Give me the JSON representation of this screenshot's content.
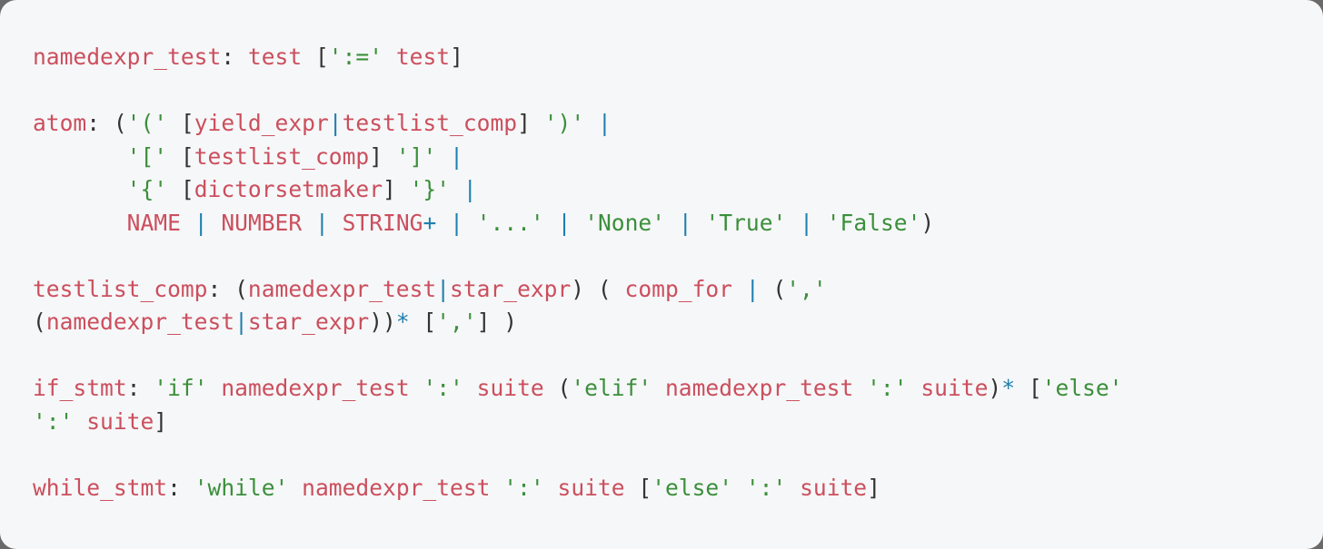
{
  "theme": {
    "background": "#f6f7f8",
    "nonterminal_color": "#cb4f5e",
    "string_color": "#3b8f3b",
    "operator_color": "#1f7fae",
    "punctuation_color": "#333333"
  },
  "lines": [
    {
      "tokens": [
        {
          "t": "namedexpr_test",
          "k": "nt"
        },
        {
          "t": ": ",
          "k": "pn"
        },
        {
          "t": "test",
          "k": "nt"
        },
        {
          "t": " [",
          "k": "pn"
        },
        {
          "t": "':='",
          "k": "str"
        },
        {
          "t": " ",
          "k": "pn"
        },
        {
          "t": "test",
          "k": "nt"
        },
        {
          "t": "]",
          "k": "pn"
        }
      ]
    },
    {
      "tokens": []
    },
    {
      "tokens": [
        {
          "t": "atom",
          "k": "nt"
        },
        {
          "t": ": (",
          "k": "pn"
        },
        {
          "t": "'('",
          "k": "str"
        },
        {
          "t": " [",
          "k": "pn"
        },
        {
          "t": "yield_expr",
          "k": "nt"
        },
        {
          "t": "|",
          "k": "op"
        },
        {
          "t": "testlist_comp",
          "k": "nt"
        },
        {
          "t": "] ",
          "k": "pn"
        },
        {
          "t": "')'",
          "k": "str"
        },
        {
          "t": " ",
          "k": "pn"
        },
        {
          "t": "|",
          "k": "op"
        }
      ]
    },
    {
      "tokens": [
        {
          "t": "       ",
          "k": "pn"
        },
        {
          "t": "'['",
          "k": "str"
        },
        {
          "t": " [",
          "k": "pn"
        },
        {
          "t": "testlist_comp",
          "k": "nt"
        },
        {
          "t": "] ",
          "k": "pn"
        },
        {
          "t": "']'",
          "k": "str"
        },
        {
          "t": " ",
          "k": "pn"
        },
        {
          "t": "|",
          "k": "op"
        }
      ]
    },
    {
      "tokens": [
        {
          "t": "       ",
          "k": "pn"
        },
        {
          "t": "'{'",
          "k": "str"
        },
        {
          "t": " [",
          "k": "pn"
        },
        {
          "t": "dictorsetmaker",
          "k": "nt"
        },
        {
          "t": "] ",
          "k": "pn"
        },
        {
          "t": "'}'",
          "k": "str"
        },
        {
          "t": " ",
          "k": "pn"
        },
        {
          "t": "|",
          "k": "op"
        }
      ]
    },
    {
      "tokens": [
        {
          "t": "       ",
          "k": "pn"
        },
        {
          "t": "NAME",
          "k": "nt"
        },
        {
          "t": " ",
          "k": "pn"
        },
        {
          "t": "|",
          "k": "op"
        },
        {
          "t": " ",
          "k": "pn"
        },
        {
          "t": "NUMBER",
          "k": "nt"
        },
        {
          "t": " ",
          "k": "pn"
        },
        {
          "t": "|",
          "k": "op"
        },
        {
          "t": " ",
          "k": "pn"
        },
        {
          "t": "STRING",
          "k": "nt"
        },
        {
          "t": "+",
          "k": "op"
        },
        {
          "t": " ",
          "k": "pn"
        },
        {
          "t": "|",
          "k": "op"
        },
        {
          "t": " ",
          "k": "pn"
        },
        {
          "t": "'...'",
          "k": "str"
        },
        {
          "t": " ",
          "k": "pn"
        },
        {
          "t": "|",
          "k": "op"
        },
        {
          "t": " ",
          "k": "pn"
        },
        {
          "t": "'None'",
          "k": "str"
        },
        {
          "t": " ",
          "k": "pn"
        },
        {
          "t": "|",
          "k": "op"
        },
        {
          "t": " ",
          "k": "pn"
        },
        {
          "t": "'True'",
          "k": "str"
        },
        {
          "t": " ",
          "k": "pn"
        },
        {
          "t": "|",
          "k": "op"
        },
        {
          "t": " ",
          "k": "pn"
        },
        {
          "t": "'False'",
          "k": "str"
        },
        {
          "t": ")",
          "k": "pn"
        }
      ]
    },
    {
      "tokens": []
    },
    {
      "tokens": [
        {
          "t": "testlist_comp",
          "k": "nt"
        },
        {
          "t": ": (",
          "k": "pn"
        },
        {
          "t": "namedexpr_test",
          "k": "nt"
        },
        {
          "t": "|",
          "k": "op"
        },
        {
          "t": "star_expr",
          "k": "nt"
        },
        {
          "t": ") ( ",
          "k": "pn"
        },
        {
          "t": "comp_for",
          "k": "nt"
        },
        {
          "t": " ",
          "k": "pn"
        },
        {
          "t": "|",
          "k": "op"
        },
        {
          "t": " (",
          "k": "pn"
        },
        {
          "t": "','",
          "k": "str"
        }
      ]
    },
    {
      "tokens": [
        {
          "t": "(",
          "k": "pn"
        },
        {
          "t": "namedexpr_test",
          "k": "nt"
        },
        {
          "t": "|",
          "k": "op"
        },
        {
          "t": "star_expr",
          "k": "nt"
        },
        {
          "t": "))",
          "k": "pn"
        },
        {
          "t": "*",
          "k": "op"
        },
        {
          "t": " [",
          "k": "pn"
        },
        {
          "t": "','",
          "k": "str"
        },
        {
          "t": "] )",
          "k": "pn"
        }
      ]
    },
    {
      "tokens": []
    },
    {
      "tokens": [
        {
          "t": "if_stmt",
          "k": "nt"
        },
        {
          "t": ": ",
          "k": "pn"
        },
        {
          "t": "'if'",
          "k": "str"
        },
        {
          "t": " ",
          "k": "pn"
        },
        {
          "t": "namedexpr_test",
          "k": "nt"
        },
        {
          "t": " ",
          "k": "pn"
        },
        {
          "t": "':'",
          "k": "str"
        },
        {
          "t": " ",
          "k": "pn"
        },
        {
          "t": "suite",
          "k": "nt"
        },
        {
          "t": " (",
          "k": "pn"
        },
        {
          "t": "'elif'",
          "k": "str"
        },
        {
          "t": " ",
          "k": "pn"
        },
        {
          "t": "namedexpr_test",
          "k": "nt"
        },
        {
          "t": " ",
          "k": "pn"
        },
        {
          "t": "':'",
          "k": "str"
        },
        {
          "t": " ",
          "k": "pn"
        },
        {
          "t": "suite",
          "k": "nt"
        },
        {
          "t": ")",
          "k": "pn"
        },
        {
          "t": "*",
          "k": "op"
        },
        {
          "t": " [",
          "k": "pn"
        },
        {
          "t": "'else'",
          "k": "str"
        }
      ]
    },
    {
      "tokens": [
        {
          "t": "':'",
          "k": "str"
        },
        {
          "t": " ",
          "k": "pn"
        },
        {
          "t": "suite",
          "k": "nt"
        },
        {
          "t": "]",
          "k": "pn"
        }
      ]
    },
    {
      "tokens": []
    },
    {
      "tokens": [
        {
          "t": "while_stmt",
          "k": "nt"
        },
        {
          "t": ": ",
          "k": "pn"
        },
        {
          "t": "'while'",
          "k": "str"
        },
        {
          "t": " ",
          "k": "pn"
        },
        {
          "t": "namedexpr_test",
          "k": "nt"
        },
        {
          "t": " ",
          "k": "pn"
        },
        {
          "t": "':'",
          "k": "str"
        },
        {
          "t": " ",
          "k": "pn"
        },
        {
          "t": "suite",
          "k": "nt"
        },
        {
          "t": " [",
          "k": "pn"
        },
        {
          "t": "'else'",
          "k": "str"
        },
        {
          "t": " ",
          "k": "pn"
        },
        {
          "t": "':'",
          "k": "str"
        },
        {
          "t": " ",
          "k": "pn"
        },
        {
          "t": "suite",
          "k": "nt"
        },
        {
          "t": "]",
          "k": "pn"
        }
      ]
    }
  ]
}
